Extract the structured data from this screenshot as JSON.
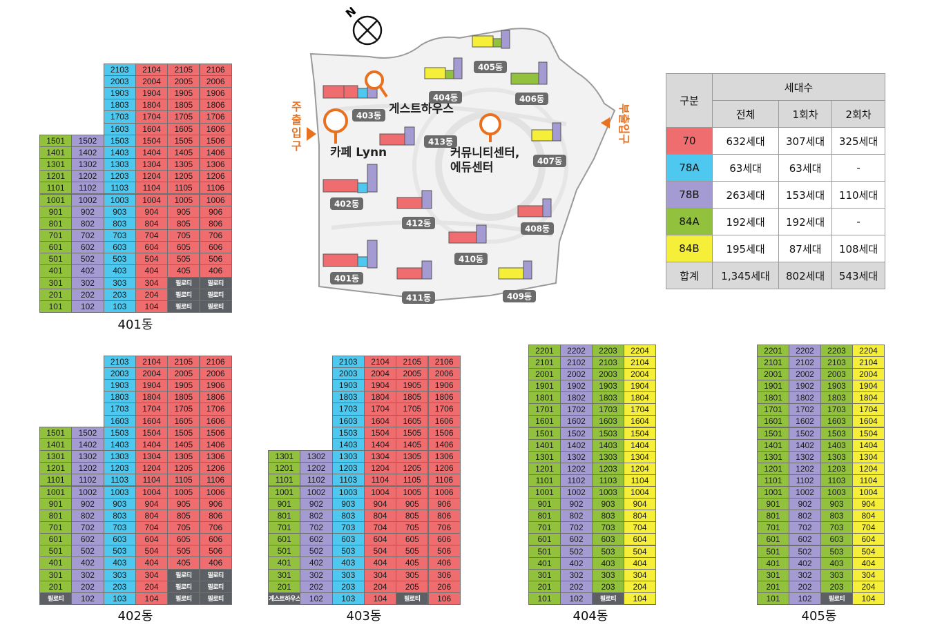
{
  "type_colors": {
    "70": "#ef6d6f",
    "78A": "#4ec8ee",
    "78B": "#a49bd3",
    "84A": "#92c13e",
    "84B": "#f5ef3a",
    "special": "#5c5f63"
  },
  "buildings": [
    {
      "name": "401동",
      "columns": [
        {
          "units": [
            "101",
            "201",
            "301",
            "401",
            "501",
            "601",
            "701",
            "801",
            "901",
            "1001",
            "1101",
            "1201",
            "1301",
            "1401",
            "1501"
          ],
          "type": "84A"
        },
        {
          "units": [
            "102",
            "202",
            "302",
            "402",
            "502",
            "602",
            "702",
            "802",
            "902",
            "1002",
            "1102",
            "1202",
            "1302",
            "1402",
            "1502"
          ],
          "type": "78B"
        },
        {
          "units": [
            "103",
            "203",
            "303",
            "403",
            "503",
            "603",
            "703",
            "803",
            "903",
            "1003",
            "1103",
            "1203",
            "1303",
            "1403",
            "1503",
            "1603",
            "1703",
            "1803",
            "1903",
            "2003",
            "2103"
          ],
          "type": "78A"
        },
        {
          "units": [
            "104",
            "204",
            "304",
            "404",
            "504",
            "604",
            "704",
            "804",
            "904",
            "1004",
            "1104",
            "1204",
            "1304",
            "1404",
            "1504",
            "1604",
            "1704",
            "1804",
            "1904",
            "2004",
            "2104"
          ],
          "type": "70"
        },
        {
          "units": [
            "필로티",
            "필로티",
            "필로티",
            "405",
            "505",
            "605",
            "705",
            "805",
            "905",
            "1005",
            "1105",
            "1205",
            "1305",
            "1405",
            "1505",
            "1605",
            "1705",
            "1805",
            "1905",
            "2005",
            "2105"
          ],
          "type": "70"
        },
        {
          "units": [
            "필로티",
            "필로티",
            "필로티",
            "406",
            "506",
            "606",
            "706",
            "806",
            "906",
            "1006",
            "1106",
            "1206",
            "1306",
            "1406",
            "1506",
            "1606",
            "1706",
            "1806",
            "1906",
            "2006",
            "2106"
          ],
          "type": "70"
        }
      ]
    },
    {
      "name": "402동",
      "columns": [
        {
          "units": [
            "필로티",
            "201",
            "301",
            "401",
            "501",
            "601",
            "701",
            "801",
            "901",
            "1001",
            "1101",
            "1201",
            "1301",
            "1401",
            "1501"
          ],
          "type": "84A"
        },
        {
          "units": [
            "102",
            "202",
            "302",
            "402",
            "502",
            "602",
            "702",
            "802",
            "902",
            "1002",
            "1102",
            "1202",
            "1302",
            "1402",
            "1502"
          ],
          "type": "78B"
        },
        {
          "units": [
            "103",
            "203",
            "303",
            "403",
            "503",
            "603",
            "703",
            "803",
            "903",
            "1003",
            "1103",
            "1203",
            "1303",
            "1403",
            "1503",
            "1603",
            "1703",
            "1803",
            "1903",
            "2003",
            "2103"
          ],
          "type": "78A"
        },
        {
          "units": [
            "104",
            "204",
            "304",
            "404",
            "504",
            "604",
            "704",
            "804",
            "904",
            "1004",
            "1104",
            "1204",
            "1304",
            "1404",
            "1504",
            "1604",
            "1704",
            "1804",
            "1904",
            "2004",
            "2104"
          ],
          "type": "70"
        },
        {
          "units": [
            "필로티",
            "필로티",
            "필로티",
            "405",
            "505",
            "605",
            "705",
            "805",
            "905",
            "1005",
            "1105",
            "1205",
            "1305",
            "1405",
            "1505",
            "1605",
            "1705",
            "1805",
            "1905",
            "2005",
            "2105"
          ],
          "type": "70"
        },
        {
          "units": [
            "필로티",
            "필로티",
            "필로티",
            "406",
            "506",
            "606",
            "706",
            "806",
            "906",
            "1006",
            "1106",
            "1206",
            "1306",
            "1406",
            "1506",
            "1606",
            "1706",
            "1806",
            "1906",
            "2006",
            "2106"
          ],
          "type": "70"
        }
      ]
    },
    {
      "name": "403동",
      "columns": [
        {
          "units": [
            "게스트하우스",
            "201",
            "301",
            "401",
            "501",
            "601",
            "701",
            "801",
            "901",
            "1001",
            "1101",
            "1201",
            "1301"
          ],
          "type": "84A"
        },
        {
          "units": [
            "102",
            "202",
            "302",
            "402",
            "502",
            "602",
            "702",
            "802",
            "902",
            "1002",
            "1102",
            "1202",
            "1302"
          ],
          "type": "78B"
        },
        {
          "units": [
            "103",
            "203",
            "303",
            "403",
            "503",
            "603",
            "703",
            "803",
            "903",
            "1003",
            "1103",
            "1203",
            "1303",
            "1403",
            "1503",
            "1603",
            "1703",
            "1803",
            "1903",
            "2003",
            "2103"
          ],
          "type": "78A"
        },
        {
          "units": [
            "104",
            "204",
            "304",
            "404",
            "504",
            "604",
            "704",
            "804",
            "904",
            "1004",
            "1104",
            "1204",
            "1304",
            "1404",
            "1504",
            "1604",
            "1704",
            "1804",
            "1904",
            "2004",
            "2104"
          ],
          "type": "70"
        },
        {
          "units": [
            "필로티",
            "205",
            "305",
            "405",
            "505",
            "605",
            "705",
            "805",
            "905",
            "1005",
            "1105",
            "1205",
            "1305",
            "1405",
            "1505",
            "1605",
            "1705",
            "1805",
            "1905",
            "2005",
            "2105"
          ],
          "type": "70"
        },
        {
          "units": [
            "106",
            "206",
            "306",
            "406",
            "506",
            "606",
            "706",
            "806",
            "906",
            "1006",
            "1106",
            "1206",
            "1306",
            "1406",
            "1506",
            "1606",
            "1706",
            "1806",
            "1906",
            "2006",
            "2106"
          ],
          "type": "70"
        }
      ]
    },
    {
      "name": "404동",
      "columns": [
        {
          "units": [
            "101",
            "201",
            "301",
            "401",
            "501",
            "601",
            "701",
            "801",
            "901",
            "1001",
            "1101",
            "1201",
            "1301",
            "1401",
            "1501",
            "1601",
            "1701",
            "1801",
            "1901",
            "2001",
            "2101",
            "2201"
          ],
          "type": "84A"
        },
        {
          "units": [
            "102",
            "202",
            "302",
            "402",
            "502",
            "602",
            "702",
            "802",
            "902",
            "1002",
            "1102",
            "1202",
            "1302",
            "1402",
            "1502",
            "1602",
            "1702",
            "1802",
            "1902",
            "2002",
            "2102",
            "2202"
          ],
          "type": "78B"
        },
        {
          "units": [
            "필로티",
            "203",
            "303",
            "403",
            "503",
            "603",
            "703",
            "803",
            "903",
            "1003",
            "1103",
            "1203",
            "1303",
            "1403",
            "1503",
            "1603",
            "1703",
            "1803",
            "1903",
            "2003",
            "2103",
            "2203"
          ],
          "type": "84A"
        },
        {
          "units": [
            "104",
            "204",
            "304",
            "404",
            "504",
            "604",
            "704",
            "804",
            "904",
            "1004",
            "1104",
            "1204",
            "1304",
            "1404",
            "1504",
            "1604",
            "1704",
            "1804",
            "1904",
            "2004",
            "2104",
            "2204"
          ],
          "type": "84B"
        }
      ]
    },
    {
      "name": "405동",
      "columns": [
        {
          "units": [
            "101",
            "201",
            "301",
            "401",
            "501",
            "601",
            "701",
            "801",
            "901",
            "1001",
            "1101",
            "1201",
            "1301",
            "1401",
            "1501",
            "1601",
            "1701",
            "1801",
            "1901",
            "2001",
            "2101",
            "2201"
          ],
          "type": "84A"
        },
        {
          "units": [
            "102",
            "202",
            "302",
            "402",
            "502",
            "602",
            "702",
            "802",
            "902",
            "1002",
            "1102",
            "1202",
            "1302",
            "1402",
            "1502",
            "1602",
            "1702",
            "1802",
            "1902",
            "2002",
            "2102",
            "2202"
          ],
          "type": "78B"
        },
        {
          "units": [
            "필로티",
            "203",
            "303",
            "403",
            "503",
            "603",
            "703",
            "803",
            "903",
            "1003",
            "1103",
            "1203",
            "1303",
            "1403",
            "1503",
            "1603",
            "1703",
            "1803",
            "1903",
            "2003",
            "2103",
            "2203"
          ],
          "type": "84A"
        },
        {
          "units": [
            "104",
            "204",
            "304",
            "404",
            "504",
            "604",
            "704",
            "804",
            "904",
            "1004",
            "1104",
            "1204",
            "1304",
            "1404",
            "1504",
            "1604",
            "1704",
            "1804",
            "1904",
            "2004",
            "2104",
            "2204"
          ],
          "type": "84B"
        }
      ]
    }
  ],
  "map": {
    "compass_letter": "N",
    "building_labels": [
      "401동",
      "402동",
      "403동",
      "404동",
      "405동",
      "406동",
      "407동",
      "408동",
      "409동",
      "410동",
      "411동",
      "412동",
      "413동"
    ],
    "poi": {
      "guesthouse": "게스트하우스",
      "cafe": "카페 Lynn",
      "community_1": "커뮤니티센터,",
      "community_2": "에듀센터"
    },
    "main_entrance": "주출입구",
    "sub_entrance": "부출입구"
  },
  "summary": {
    "header_col": "구분",
    "header_group": "세대수",
    "subheaders": [
      "전체",
      "1회차",
      "2회차"
    ],
    "rows": [
      {
        "type": "70",
        "color": "#ef6d6f",
        "total": "632세대",
        "r1": "307세대",
        "r2": "325세대"
      },
      {
        "type": "78A",
        "color": "#4ec8ee",
        "total": "63세대",
        "r1": "63세대",
        "r2": "-"
      },
      {
        "type": "78B",
        "color": "#a49bd3",
        "total": "263세대",
        "r1": "153세대",
        "r2": "110세대"
      },
      {
        "type": "84A",
        "color": "#92c13e",
        "total": "192세대",
        "r1": "192세대",
        "r2": "-"
      },
      {
        "type": "84B",
        "color": "#f5ef3a",
        "total": "195세대",
        "r1": "87세대",
        "r2": "108세대"
      }
    ],
    "total": {
      "label": "합계",
      "total": "1,345세대",
      "r1": "802세대",
      "r2": "543세대"
    }
  }
}
